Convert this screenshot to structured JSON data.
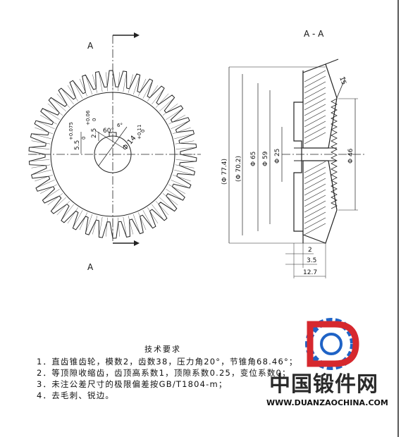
{
  "drawing": {
    "front_view_label_top": "A",
    "front_view_label_bottom": "A",
    "section_title": "A - A",
    "front_dims": {
      "tol_upper": "+0.075",
      "tol_lower": "0",
      "keyway_depth": "5.5",
      "keyway_tol_upper": "+0.06",
      "keyway_tol_lower": "0",
      "keyway_width": "2.5",
      "angle": "60°",
      "angle_small": "6°",
      "bore_tol": "+0.11",
      "bore_tol_lower": "0",
      "bore_dia": "Φ 14"
    },
    "section_dims": {
      "d_outer": "(Φ 77.4)",
      "d_pitch": "(Φ 70.2)",
      "d_65": "Φ 65",
      "d_59": "Φ 59",
      "d_25": "Φ 25",
      "d_46": "Φ 46",
      "face_width": "15",
      "dim_2": "2",
      "dim_3_5": "3.5",
      "dim_12_7": "12.7"
    }
  },
  "notes": {
    "title": "技术要求",
    "lines": [
      "1．直齿锥齿轮，模数2，齿数38，压力角20°，节锥角68.46°；",
      "2．等顶隙收缩齿，齿顶高系数1，顶隙系数0.25，变位系数0；",
      "3．未注公差尺寸的极限偏差按GB/T1804-m；",
      "4．去毛刺、锐边。"
    ]
  },
  "logo": {
    "main_text": "中国锻件网",
    "sub_text": "WWW.DUANZAOCHINA.COM"
  }
}
